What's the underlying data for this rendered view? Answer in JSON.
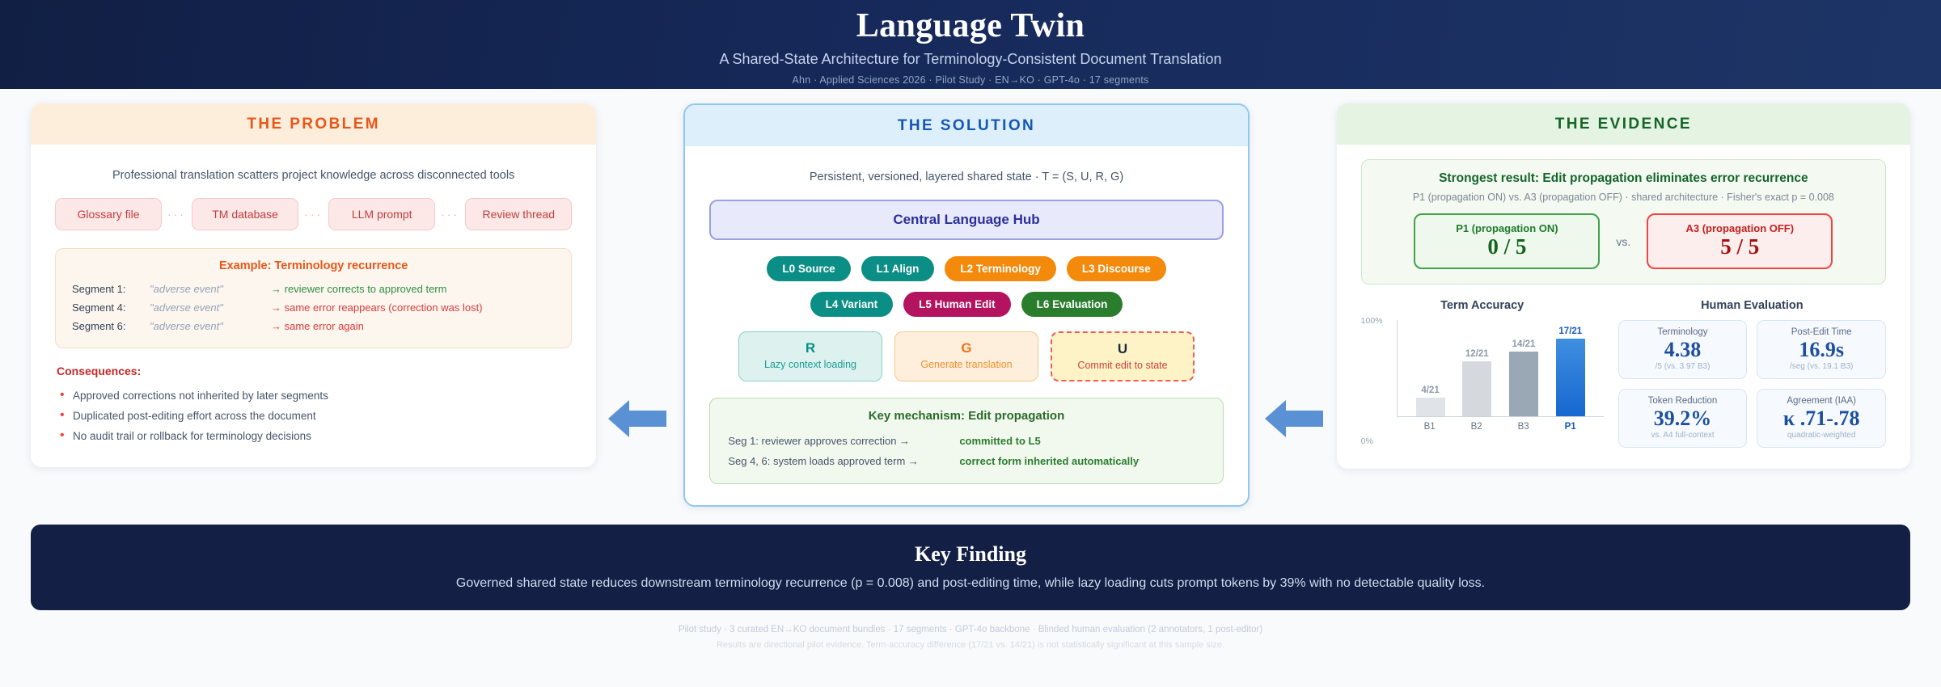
{
  "header": {
    "title": "Language Twin",
    "subtitle": "A Shared-State Architecture for Terminology-Consistent Document Translation",
    "meta": "Ahn · Applied Sciences 2026 · Pilot Study · EN→KO · GPT-4o · 17 segments"
  },
  "problem": {
    "heading": "THE PROBLEM",
    "lead": "Professional translation scatters project knowledge across disconnected tools",
    "tools": [
      "Glossary file",
      "TM database",
      "LLM prompt",
      "Review thread"
    ],
    "dots": "···",
    "example": {
      "title": "Example: Terminology recurrence",
      "rows": [
        {
          "seg": "Segment 1:",
          "term": "\"adverse event\"",
          "note": "→ reviewer corrects to approved term",
          "tone": "ok"
        },
        {
          "seg": "Segment 4:",
          "term": "\"adverse event\"",
          "note": "→ same error reappears (correction was lost)",
          "tone": "bad"
        },
        {
          "seg": "Segment 6:",
          "term": "\"adverse event\"",
          "note": "→ same error again",
          "tone": "bad"
        }
      ]
    },
    "consequences_title": "Consequences:",
    "consequences": [
      "Approved corrections not inherited by later segments",
      "Duplicated post-editing effort across the document",
      "No audit trail or rollback for terminology decisions"
    ]
  },
  "solution": {
    "heading": "THE SOLUTION",
    "lead": "Persistent, versioned, layered shared state · T = (S, U, R, G)",
    "hub": "Central Language Hub",
    "layers_row1": [
      {
        "label": "L0 Source",
        "color": "teal"
      },
      {
        "label": "L1 Align",
        "color": "teal"
      },
      {
        "label": "L2 Terminology",
        "color": "orange"
      },
      {
        "label": "L3 Discourse",
        "color": "orange"
      }
    ],
    "layers_row2": [
      {
        "label": "L4 Variant",
        "color": "teal"
      },
      {
        "label": "L5 Human Edit",
        "color": "pink"
      },
      {
        "label": "L6 Evaluation",
        "color": "green"
      }
    ],
    "ops": [
      {
        "letter": "R",
        "sub": "Lazy context loading",
        "style": "r"
      },
      {
        "letter": "G",
        "sub": "Generate translation",
        "style": "g"
      },
      {
        "letter": "U",
        "sub": "Commit edit to state",
        "style": "u"
      }
    ],
    "mechanism": {
      "title": "Key mechanism: Edit propagation",
      "rows": [
        {
          "a": "Seg 1: reviewer approves correction →",
          "b": "committed to L5"
        },
        {
          "a": "Seg 4, 6: system loads approved term →",
          "b": "correct form inherited automatically"
        }
      ]
    }
  },
  "evidence": {
    "heading": "THE EVIDENCE",
    "strongest": {
      "title": "Strongest result: Edit propagation eliminates error recurrence",
      "subtitle": "P1 (propagation ON) vs. A3 (propagation OFF) · shared architecture · Fisher's exact p = 0.008",
      "on_label": "P1 (propagation ON)",
      "on_value": "0 / 5",
      "vs": "vs.",
      "off_label": "A3 (propagation OFF)",
      "off_value": "5 / 5"
    },
    "human_eval_title": "Human Evaluation",
    "metrics": [
      {
        "label": "Terminology",
        "value": "4.38",
        "note": "/5 (vs. 3.97 B3)"
      },
      {
        "label": "Post-Edit Time",
        "value": "16.9s",
        "note": "/seg (vs. 19.1 B3)"
      },
      {
        "label": "Token Reduction",
        "value": "39.2%",
        "note": "vs. A4 full-context"
      },
      {
        "label": "Agreement (IAA)",
        "value": "κ .71-.78",
        "note": "quadratic-weighted"
      }
    ]
  },
  "chart_data": {
    "type": "bar",
    "title": "Term Accuracy",
    "categories": [
      "B1",
      "B2",
      "B3",
      "P1"
    ],
    "values": [
      19,
      57,
      66.7,
      81
    ],
    "data_labels": [
      "4/21",
      "12/21",
      "14/21",
      "17/21"
    ],
    "highlight": "P1",
    "xlabel": "",
    "ylabel": "",
    "ylim": [
      0,
      100
    ],
    "ytick_labels": [
      "100%",
      "0%"
    ],
    "grid": false,
    "legend": "none"
  },
  "key_finding": {
    "title": "Key Finding",
    "text": "Governed shared state reduces downstream terminology recurrence (p = 0.008) and post-editing time, while lazy loading cuts prompt tokens by 39% with no detectable quality loss."
  },
  "footnotes": {
    "line1": "Pilot study · 3 curated EN→KO document bundles · 17 segments · GPT-4o backbone · Blinded human evaluation (2 annotators, 1 post-editor)",
    "line2": "Results are directional pilot evidence. Term-accuracy difference (17/21 vs. 14/21) is not statistically significant at this sample size."
  }
}
